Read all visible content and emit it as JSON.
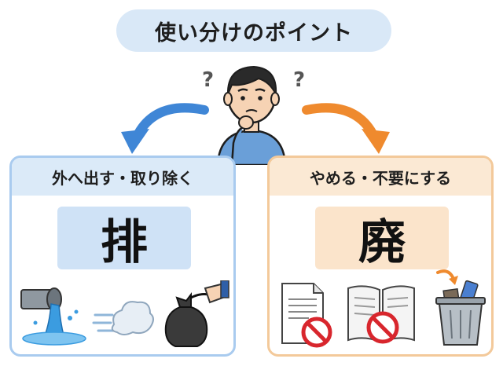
{
  "title": "使い分けのポイント",
  "left_panel": {
    "header": "外へ出す・取り除く",
    "kanji": "排",
    "icons": [
      "drain-pipe-icon",
      "exhaust-air-icon",
      "garbage-bag-icon"
    ]
  },
  "right_panel": {
    "header": "やめる・不要にする",
    "kanji": "廃",
    "icons": [
      "prohibited-document-icon",
      "prohibited-book-icon",
      "trash-can-icon"
    ]
  },
  "colors": {
    "blue_accent": "#3f86d6",
    "orange_accent": "#ef8a2e",
    "blue_light": "#dbeaf8",
    "orange_light": "#fbe9d4",
    "prohibit_red": "#d8262d"
  }
}
